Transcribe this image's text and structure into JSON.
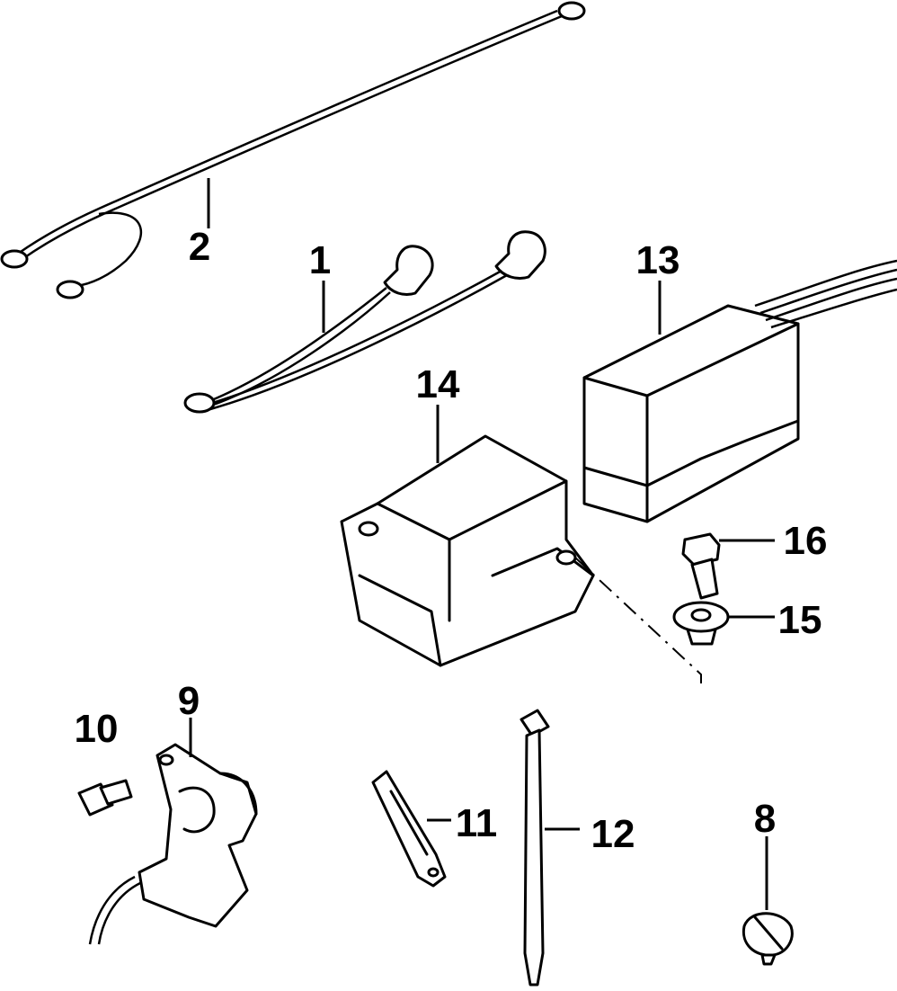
{
  "callouts": {
    "c1": "1",
    "c2": "2",
    "c8": "8",
    "c9": "9",
    "c10": "10",
    "c11": "11",
    "c12": "12",
    "c13": "13",
    "c14": "14",
    "c15": "15",
    "c16": "16"
  }
}
